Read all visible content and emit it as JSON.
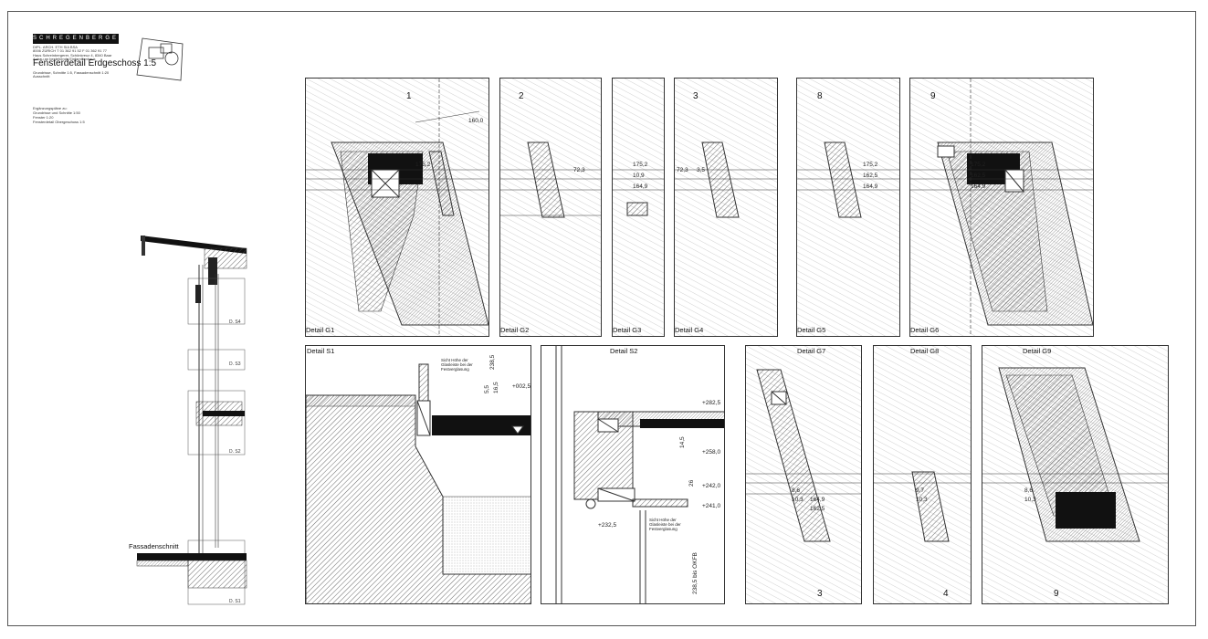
{
  "titleblock": {
    "logo": "SCHREGENBERGER",
    "subline_1": "DIPL. ARCH. ETH SIA BSA",
    "subline_2": "8006 ZÜRICH T 01 362 91 52 F 01 362 91 77",
    "project_1": "Haus Schreinbergerer, Schönkreuz 4, 8340 Baar",
    "project_2": "Anbau an bestehende Einfamilienhaus",
    "title": "Fensterdetail Erdgeschoss 1:5",
    "subtitle": "Grundrisse, Schnitte 1:5, Fassadenschnitt 1:20",
    "subtitle_2": "Ausschnitt",
    "notes": [
      "Ergänzungspläne zu:",
      "Grundrisse und Schnitte 1:50",
      "Fenster 1:20",
      "Fensterdetail Obergeschoss 1:5"
    ]
  },
  "facade": {
    "label": "Fassadenschnitt",
    "markers": [
      "D. S4",
      "D. S3",
      "D. S2",
      "D. S1"
    ]
  },
  "panels_top": [
    {
      "label": "Detail G1",
      "numbers": [
        "1"
      ]
    },
    {
      "label": "Detail G2",
      "numbers": [
        "2"
      ]
    },
    {
      "label": "Detail G3",
      "numbers": []
    },
    {
      "label": "Detail G4",
      "numbers": [
        "3"
      ]
    },
    {
      "label": "Detail G5",
      "numbers": [
        "8"
      ]
    },
    {
      "label": "Detail G6",
      "numbers": [
        "9"
      ]
    }
  ],
  "panels_bottom": [
    {
      "label": "Detail S1"
    },
    {
      "label": "Detail S2"
    },
    {
      "label": "Detail G7",
      "number": "3"
    },
    {
      "label": "Detail G8",
      "number": "4"
    },
    {
      "label": "Detail G9",
      "number": "9"
    }
  ],
  "dims_top": {
    "d1": "160,0",
    "d2": "10",
    "d3": "175,2",
    "d4": "162,5",
    "d5": "164,9",
    "d6": "72,3",
    "d7": "10,9",
    "d8": "3,5",
    "d9": "1,2",
    "d10": "7,2"
  },
  "dims_bottom": {
    "s1_a": "238,5",
    "s1_b": "5,5",
    "s1_c": "16,5",
    "s1_d": "+002,5",
    "s1_note": [
      "Sicht Höhe der",
      "Glasleiste bei der",
      "Festverglasung"
    ],
    "s2_a": "+282,5",
    "s2_b": "14,5",
    "s2_c": "+258,0",
    "s2_d": "26",
    "s2_e": "+242,0",
    "s2_f": "+241,0",
    "s2_g": "+232,5",
    "s2_h": "238,5 bis OKFB",
    "g7_a": "164,9",
    "g7_b": "162,5",
    "g7_c": "10,3",
    "g7_d": "8,6",
    "g8_a": "10,3",
    "g8_b": "9,7"
  }
}
